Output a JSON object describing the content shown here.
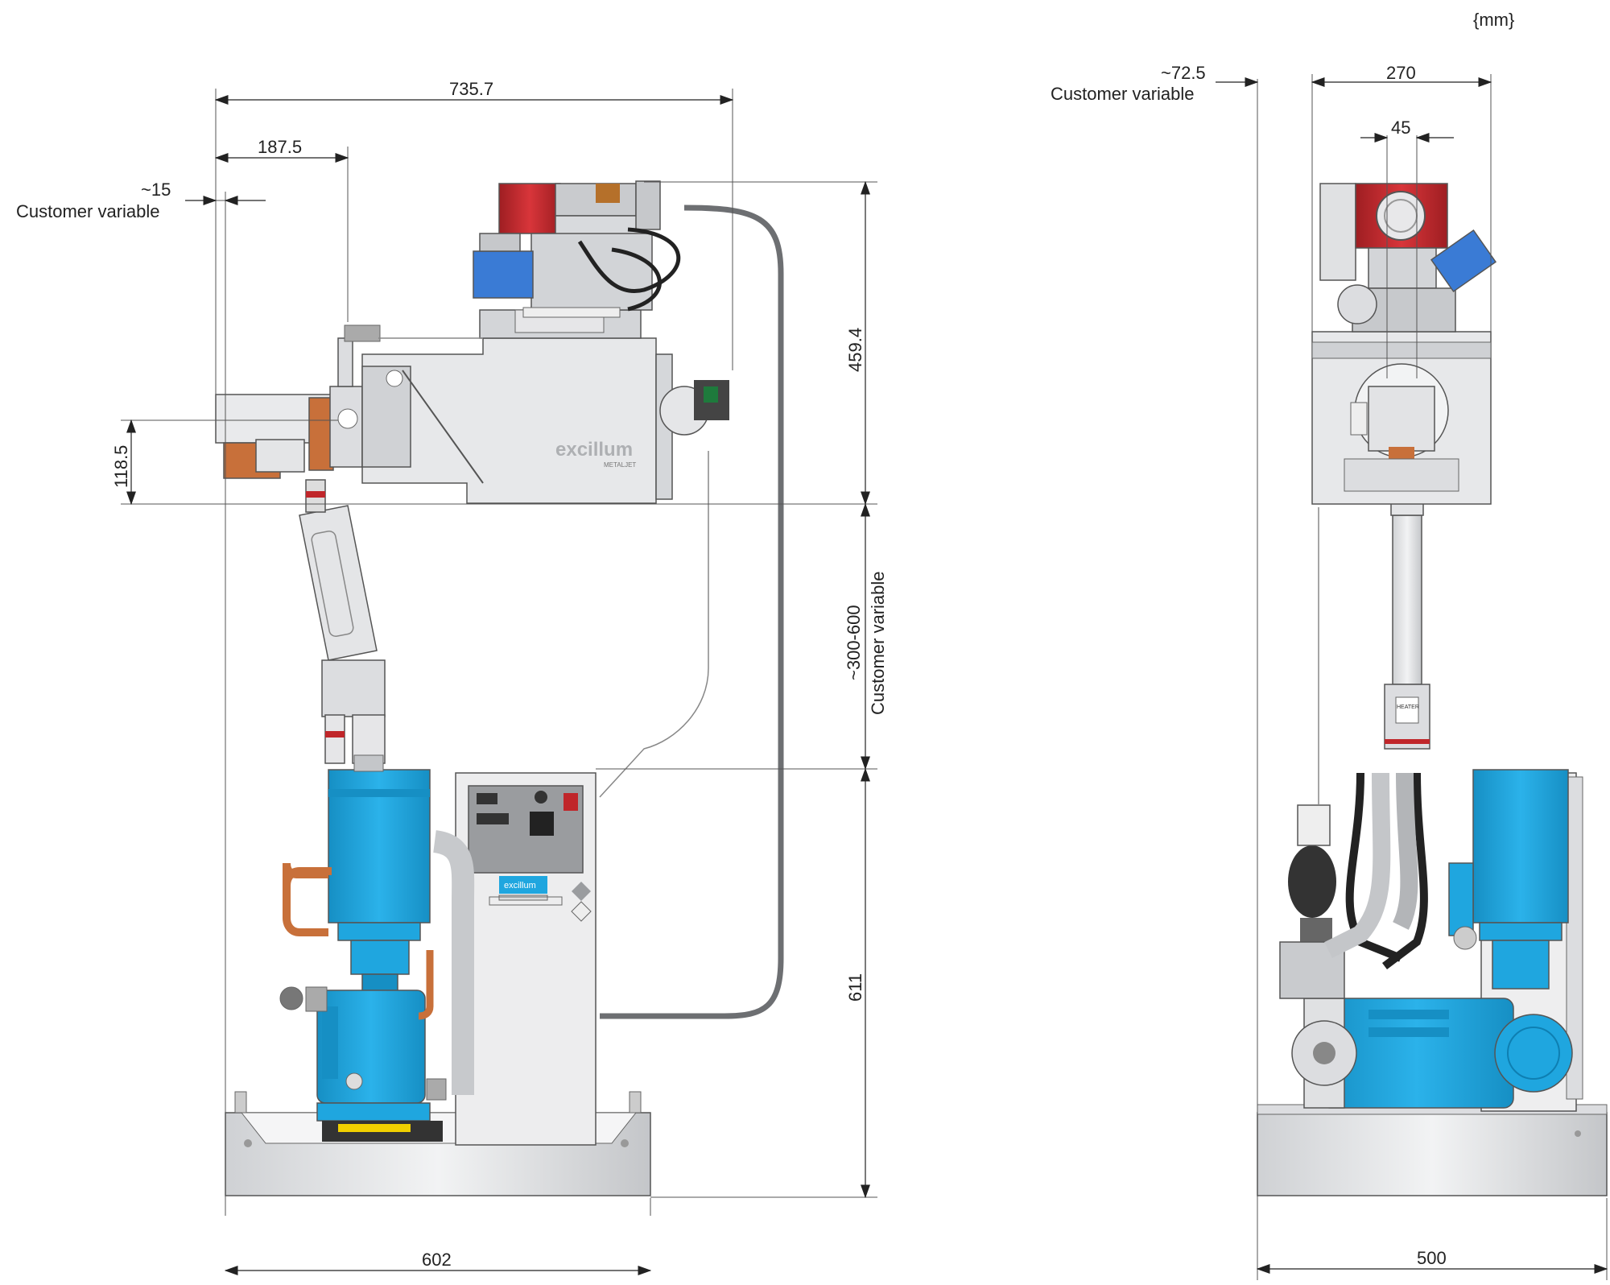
{
  "units_label": "{mm}",
  "colors": {
    "pump_blue": "#1fa6df",
    "head_red": "#c0262a",
    "copper": "#c8703a",
    "frame_gray": "#e8e9eb",
    "hose_gray": "#6d6f72",
    "accent_blue": "#3a7bd5"
  },
  "branding": {
    "logo": "excillum",
    "model": "METALJET"
  },
  "side_view": {
    "dims": {
      "overall_width": "735.7",
      "offset": "187.5",
      "customer_offset": "~15",
      "customer_offset_label": "Customer variable",
      "head_height": "459.4",
      "target_height": "118.5",
      "column_height": "~300-600",
      "column_label": "Customer variable",
      "base_height": "611",
      "base_width": "602"
    }
  },
  "front_view": {
    "dims": {
      "customer_offset": "~72.5",
      "customer_offset_label": "Customer variable",
      "width": "270",
      "center_width": "45",
      "base_width": "500"
    },
    "heater_label": "HEATER"
  }
}
